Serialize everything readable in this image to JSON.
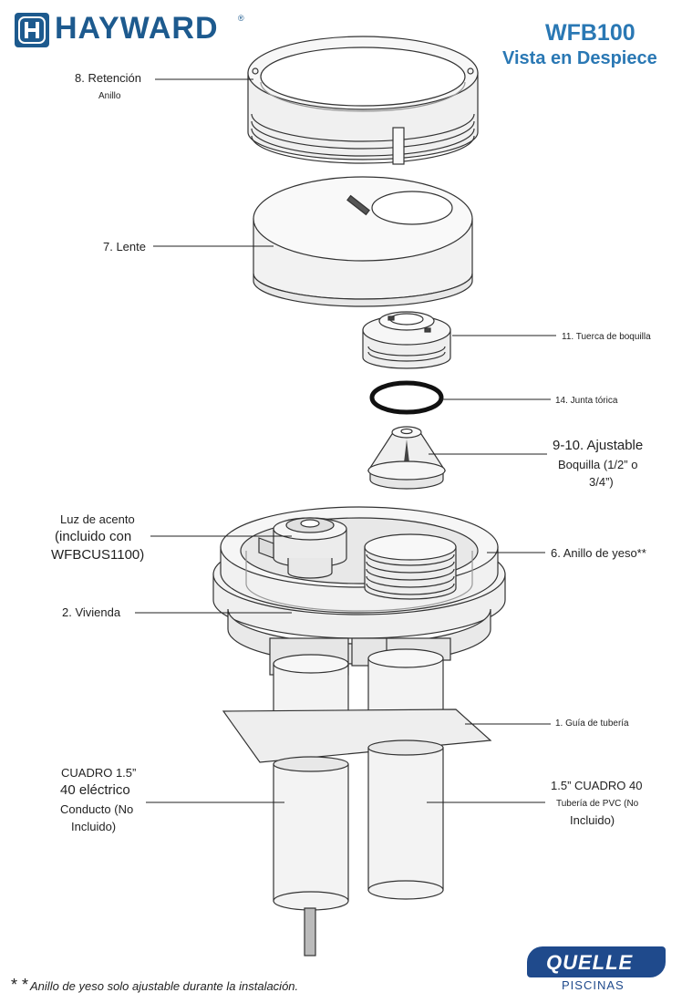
{
  "header": {
    "brand": "HAYWARD",
    "brand_mark": "®",
    "logo_icon": "hayward-h-logo-icon",
    "model": "WFB100",
    "subtitle": "Vista en Despiece"
  },
  "colors": {
    "brand_blue": "#1d5a8e",
    "title_blue": "#2a78b4",
    "quelle_blue": "#1f4a8c",
    "part_fill": "#f4f4f4",
    "line": "#333333"
  },
  "parts": {
    "p8": {
      "line1": "8. Retención",
      "line2": "Anillo"
    },
    "p7": {
      "line1": "7. Lente"
    },
    "p11": {
      "line1": "11. Tuerca de boquilla"
    },
    "p14": {
      "line1": "14. Junta tórica"
    },
    "p9": {
      "line1": "9-10. Ajustable",
      "line2": "Boquilla (1/2” o",
      "line3": "3/4”)"
    },
    "accent": {
      "line1": "Luz de acento",
      "line2": "(incluido con",
      "line3": "WFBCUS1100)"
    },
    "p6": {
      "line1": "6. Anillo de yeso**"
    },
    "p2": {
      "line1": "2. Vivienda"
    },
    "p1": {
      "line1": "1. Guía de tubería"
    },
    "conduit": {
      "line1": "CUADRO 1.5”",
      "line2": "40 eléctrico",
      "line3": "Conducto (No",
      "line4": "Incluido)"
    },
    "pvc": {
      "line1": "1.5” CUADRO 40",
      "line2": "Tubería de PVC (No",
      "line3": "Incluido)"
    }
  },
  "footer": {
    "note_stars": "* *",
    "note": "Anillo de yeso solo ajustable durante la instalación.",
    "quelle": "QUELLE",
    "piscinas": "PISCINAS"
  }
}
